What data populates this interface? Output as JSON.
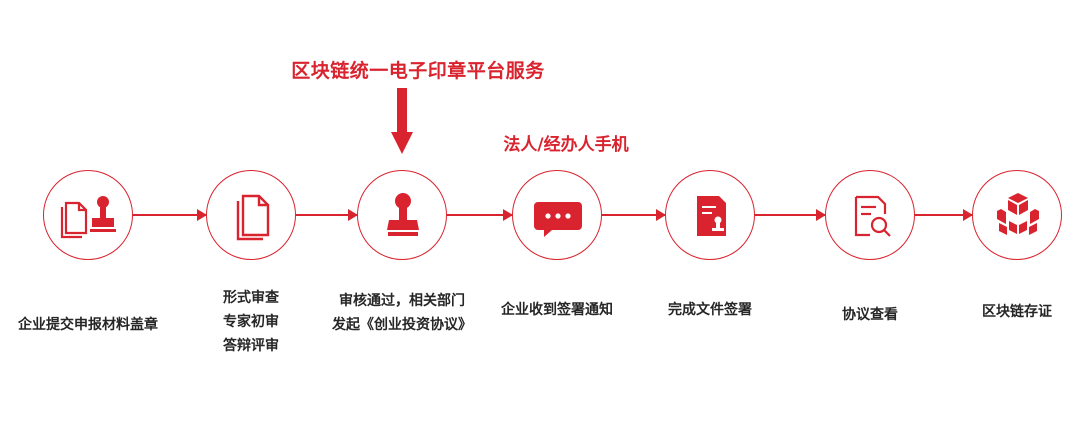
{
  "header": {
    "title": "区块链统一电子印章平台服务",
    "subtitle": "法人/经办人手机"
  },
  "accent_color": "#d9232e",
  "steps": [
    {
      "icon": "documents-and-seal-icon",
      "lines": [
        "企业提交申报材料盖章"
      ]
    },
    {
      "icon": "documents-icon",
      "lines": [
        "形式审查",
        "专家初审",
        "答辩评审"
      ]
    },
    {
      "icon": "seal-stamp-icon",
      "lines": [
        "审核通过，相关部门",
        "发起《创业投资协议》"
      ]
    },
    {
      "icon": "chat-message-icon",
      "lines": [
        "企业收到签署通知"
      ]
    },
    {
      "icon": "signed-document-icon",
      "lines": [
        "完成文件签署"
      ]
    },
    {
      "icon": "document-search-icon",
      "lines": [
        "协议查看"
      ]
    },
    {
      "icon": "blockchain-cubes-icon",
      "lines": [
        "区块链存证"
      ]
    }
  ]
}
